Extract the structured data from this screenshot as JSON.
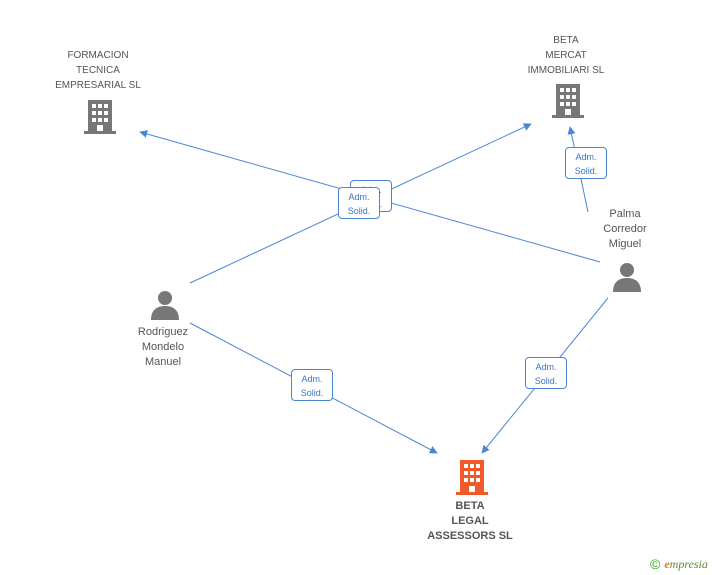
{
  "nodes": {
    "formacion": {
      "label": "FORMACION\nTECNICA\nEMPRESARIAL SL"
    },
    "beta_mercat": {
      "label": "BETA\nMERCAT\nIMMOBILIARI SL"
    },
    "palma": {
      "label": "Palma\nCorredor\nMiguel"
    },
    "rodriguez": {
      "label": "Rodriguez\nMondelo\nManuel"
    },
    "beta_legal": {
      "label": "BETA\nLEGAL\nASSESSORS SL"
    }
  },
  "edge_label": "Adm.\nSolid.",
  "colors": {
    "company_icon": "#777777",
    "main_company_icon": "#f05a28",
    "person_icon": "#777777",
    "edge": "#4a86d4"
  },
  "footer": {
    "copyright": "©",
    "brand_initial": "e",
    "brand_rest": "mpresia"
  }
}
